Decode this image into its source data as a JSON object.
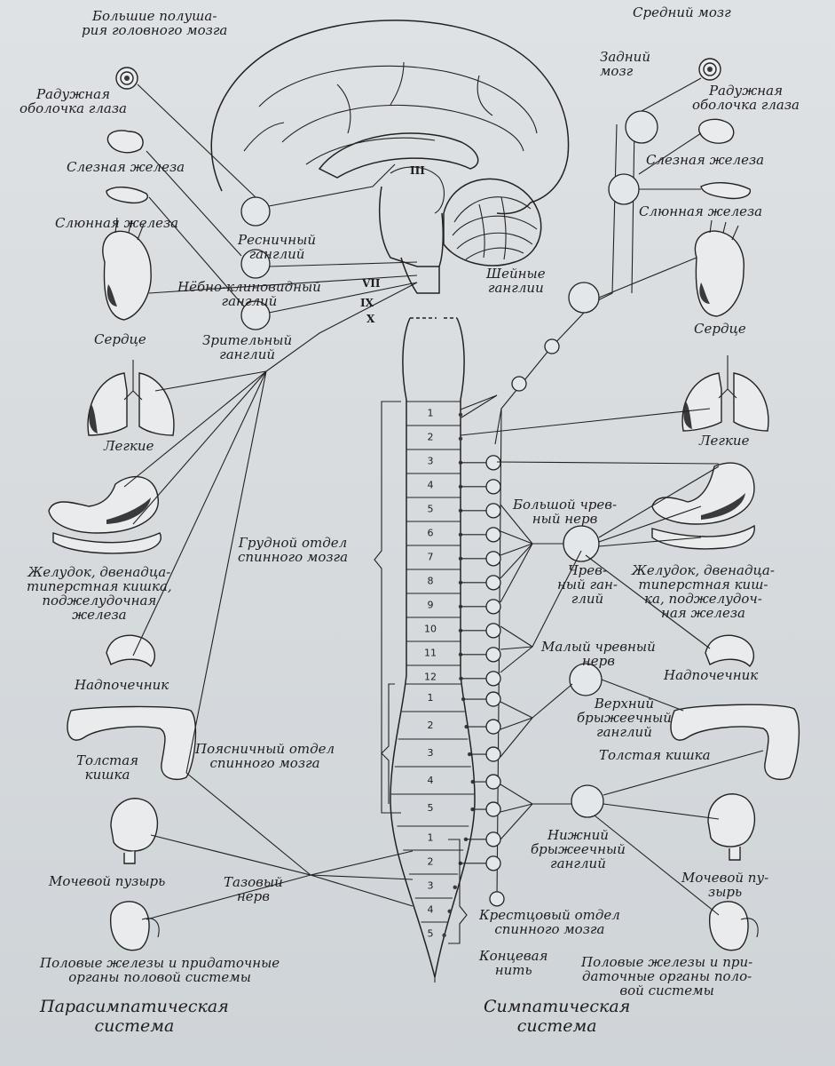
{
  "brain": {
    "hemispheres": "Большие полуша-\nрия головного мозга",
    "midbrain": "Средний мозг",
    "hindbrain": "Задний\nмозг"
  },
  "cranial_nerves": {
    "III": "III",
    "VII": "VII",
    "IX": "IX",
    "X": "X"
  },
  "para": {
    "iris": "Радужная\nоболочка глаза",
    "lacrimal": "Слезная железа",
    "salivary": "Слюнная железа",
    "ciliary": "Ресничный\nганглий",
    "pterygopalatine": "Нёбно-клиновидный\nганглий",
    "heart": "Сердце",
    "optic": "Зрительный\nганглий",
    "lungs": "Легкие",
    "stomach": "Желудок, двенадца-\nтиперстная кишка,\nподжелудочная\nжелеза",
    "adrenal": "Надпочечник",
    "colon": "Толстая\nкишка",
    "bladder": "Мочевой пузырь",
    "pelvic": "Тазовый\nнерв",
    "genital": "Половые железы и придаточные\nорганы половой системы",
    "title": "Парасимпатическая\nсистема"
  },
  "spine": {
    "thoracic": "Грудной отдел\nспинного мозга",
    "lumbar": "Поясничный отдел\nспинного мозга",
    "sacral": "Крестцовый отдел\nспинного мозга",
    "terminal": "Концевая\nнить",
    "thoracic_segments": [
      "1",
      "2",
      "3",
      "4",
      "5",
      "6",
      "7",
      "8",
      "9",
      "10",
      "11",
      "12"
    ],
    "lumbar_segments": [
      "1",
      "2",
      "3",
      "4",
      "5"
    ],
    "sacral_segments": [
      "1",
      "2",
      "3",
      "4",
      "5"
    ]
  },
  "symp": {
    "iris": "Радужная\nоболочка глаза",
    "lacrimal": "Слезная железа",
    "salivary": "Слюнная железа",
    "cervical": "Шейные\nганглии",
    "heart": "Сердце",
    "lungs": "Легкие",
    "splanchnic_major": "Большой чрев-\nный нерв",
    "celiac": "Чрев-\nный ган-\nглий",
    "stomach": "Желудок, двенадца-\nтиперстная киш-\nка, поджелудоч-\nная железа",
    "splanchnic_minor": "Малый чревный\nнерв",
    "adrenal": "Надпочечник",
    "sup_mesenteric": "Верхний\nбрыжеечный\nганглий",
    "colon": "Толстая кишка",
    "inf_mesenteric": "Нижний\nбрыжеечный\nганглий",
    "bladder": "Мочевой пу-\nзырь",
    "genital": "Половые железы и при-\nдаточные органы поло-\nвой системы",
    "title": "Симпатическая\nсистема"
  }
}
